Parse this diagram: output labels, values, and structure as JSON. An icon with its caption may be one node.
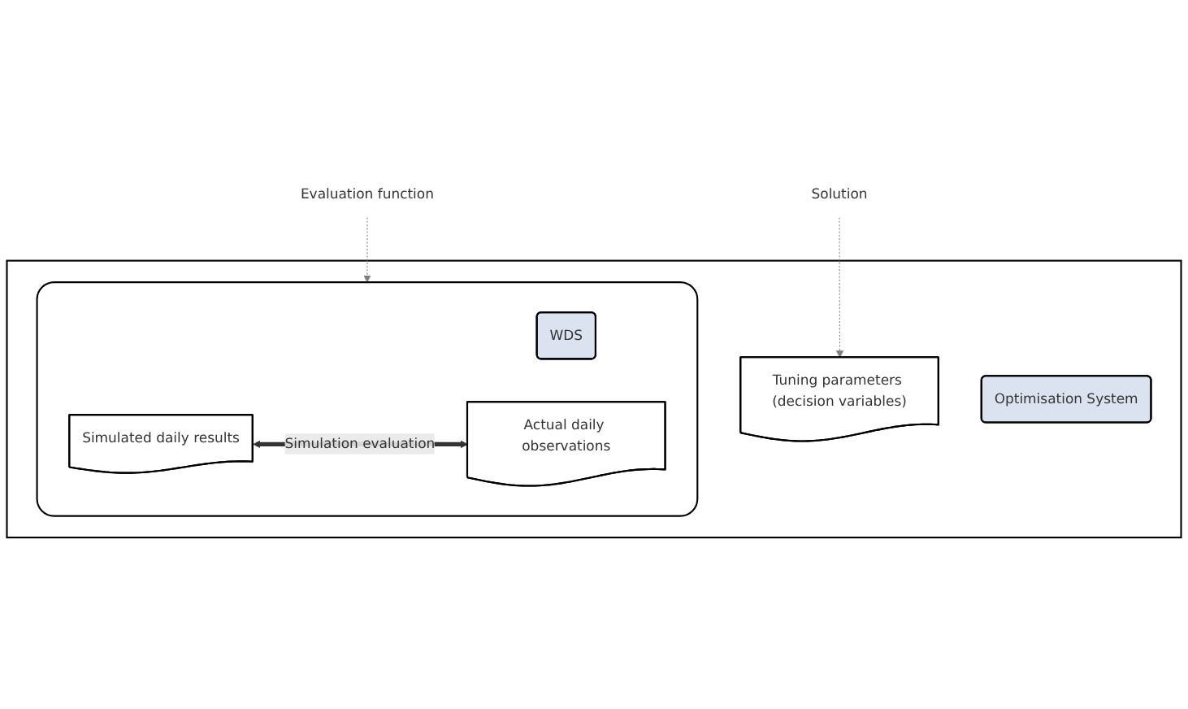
{
  "diagram": {
    "nodes": [
      {
        "text": [],
        "shape": "box"
      },
      {
        "text": [],
        "shape": "box",
        "in": 0
      },
      {
        "text": [
          "WDS"
        ],
        "in": 1
      },
      {
        "text": [
          "Simulated daily results"
        ],
        "in": 1
      },
      {
        "text": [
          "Actual daily observations"
        ],
        "in": 1
      },
      {
        "text": [
          "Tuning parameters (decision variables)"
        ],
        "in": 0
      },
      {
        "text": [
          "Optimisation System"
        ],
        "in": 0
      },
      {
        "text": [
          "Solution"
        ]
      },
      {
        "text": [
          "Evaluation function"
        ]
      }
    ],
    "edges": [
      {
        "from": 3,
        "to": 4,
        "arrow": "both",
        "label": "Simulation evaluation",
        "style": "thick"
      },
      {
        "from": 7,
        "to": 5,
        "arrow": "to",
        "style": "dashed",
        "color": "#808080"
      },
      {
        "from": 8,
        "to": 1,
        "arrow": "to",
        "style": "dashed",
        "color": "#808080"
      }
    ]
  }
}
